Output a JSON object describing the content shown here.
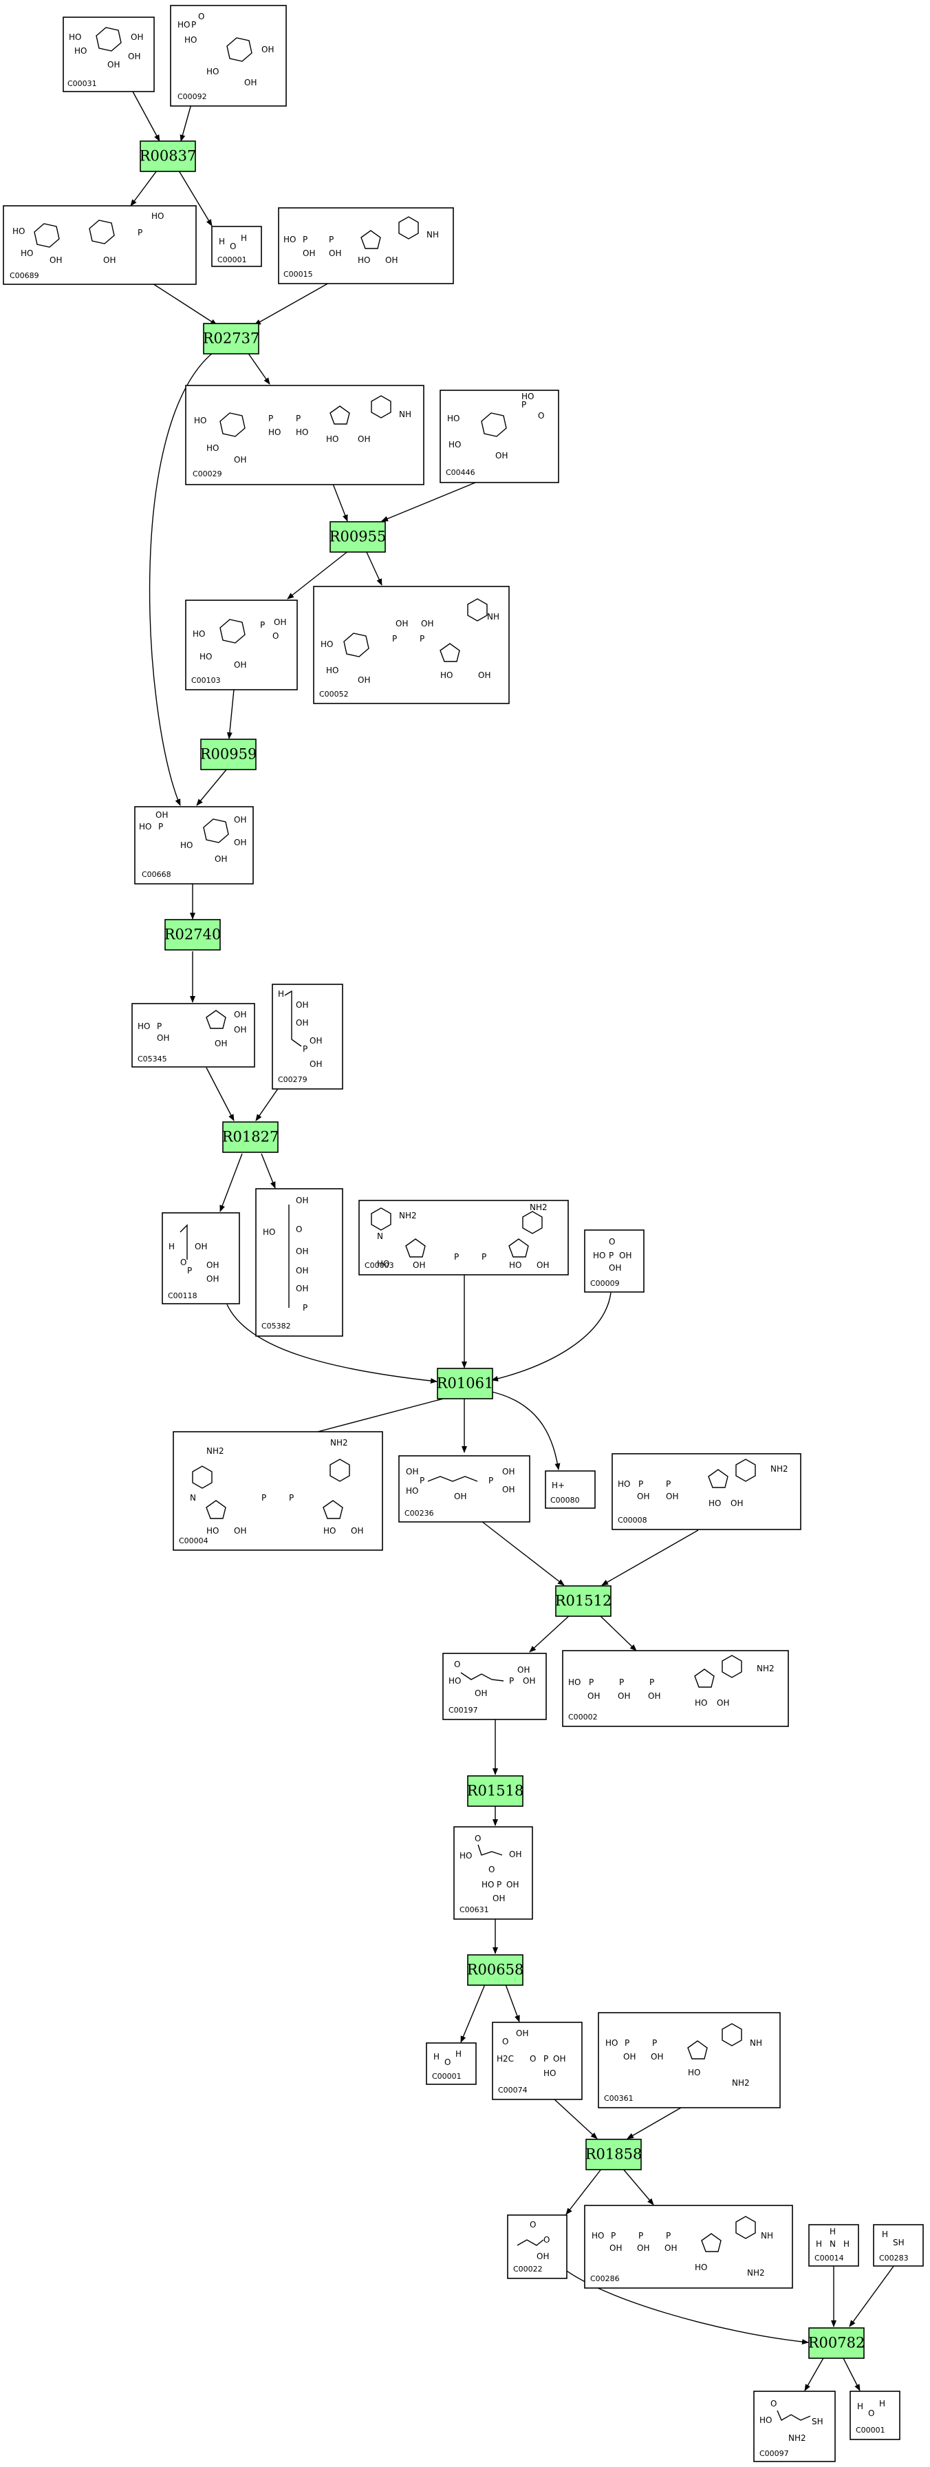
{
  "reactions": [
    "R00837",
    "R02737",
    "R00955",
    "R00959",
    "R02740",
    "R01827",
    "R01061",
    "R01512",
    "R01518",
    "R00658",
    "R01858",
    "R00782"
  ],
  "compounds": [
    "C00031",
    "C00092",
    "C00689",
    "C00001",
    "C00015",
    "C00029",
    "C00446",
    "C00103",
    "C00052",
    "C00668",
    "C05345",
    "C00279",
    "C00118",
    "C05382",
    "C00003",
    "C00009",
    "C00004",
    "C00236",
    "C00080",
    "C00008",
    "C00197",
    "C00002",
    "C00631",
    "C00001",
    "C00074",
    "C00361",
    "C00022",
    "C00286",
    "C00014",
    "C00283",
    "C00097",
    "C00001"
  ],
  "atoms": {
    "oh": "OH",
    "ho": "HO",
    "o": "O",
    "p": "P",
    "h": "H",
    "n": "N",
    "nh": "NH",
    "nh2": "NH2",
    "hplus": "H+",
    "sh": "SH",
    "ch2": "H2C"
  }
}
